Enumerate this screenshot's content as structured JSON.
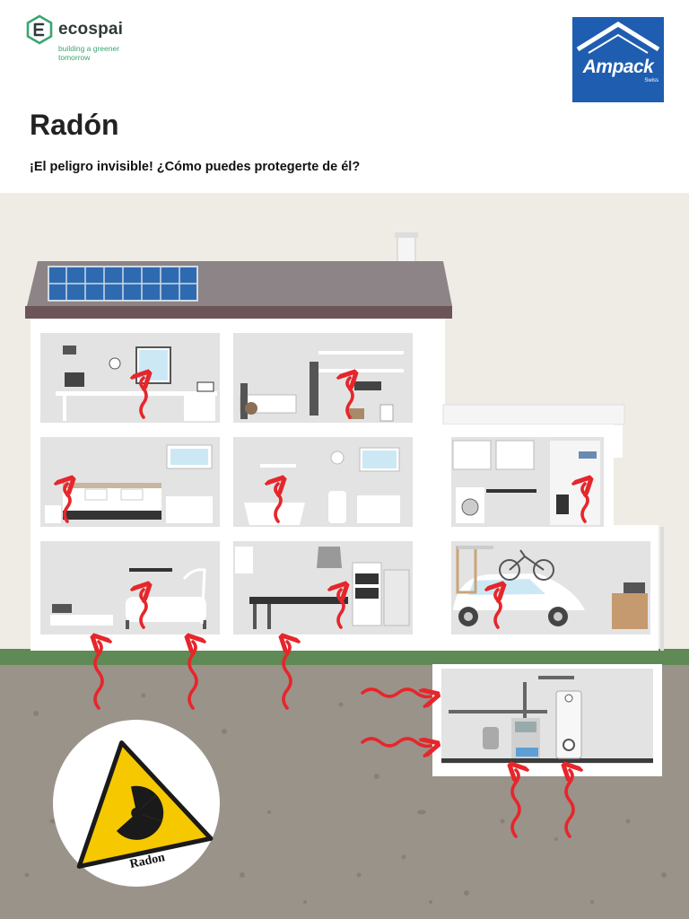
{
  "header": {
    "brand_left": {
      "name": "ecospai",
      "tagline_line1": "building a greener",
      "tagline_line2": "tomorrow",
      "icon": "ecospai-e-logo-icon",
      "color": "#3aa66f"
    },
    "brand_right": {
      "name": "Ampack",
      "sub": "Swiss",
      "icon": "house-roof-icon",
      "color": "#1f5db0"
    }
  },
  "title": "Radón",
  "subtitle": "¡El peligro invisible! ¿Cómo puedes protegerte de él?",
  "illustration": {
    "hazard_badge": {
      "label": "Radon",
      "icon": "radiation-warning-icon",
      "color": "#f6c800"
    },
    "arrow_color": "#e6262b",
    "grass_color": "#5f8a55",
    "soil_color": "#9a938a",
    "sky_color": "#efece5"
  }
}
